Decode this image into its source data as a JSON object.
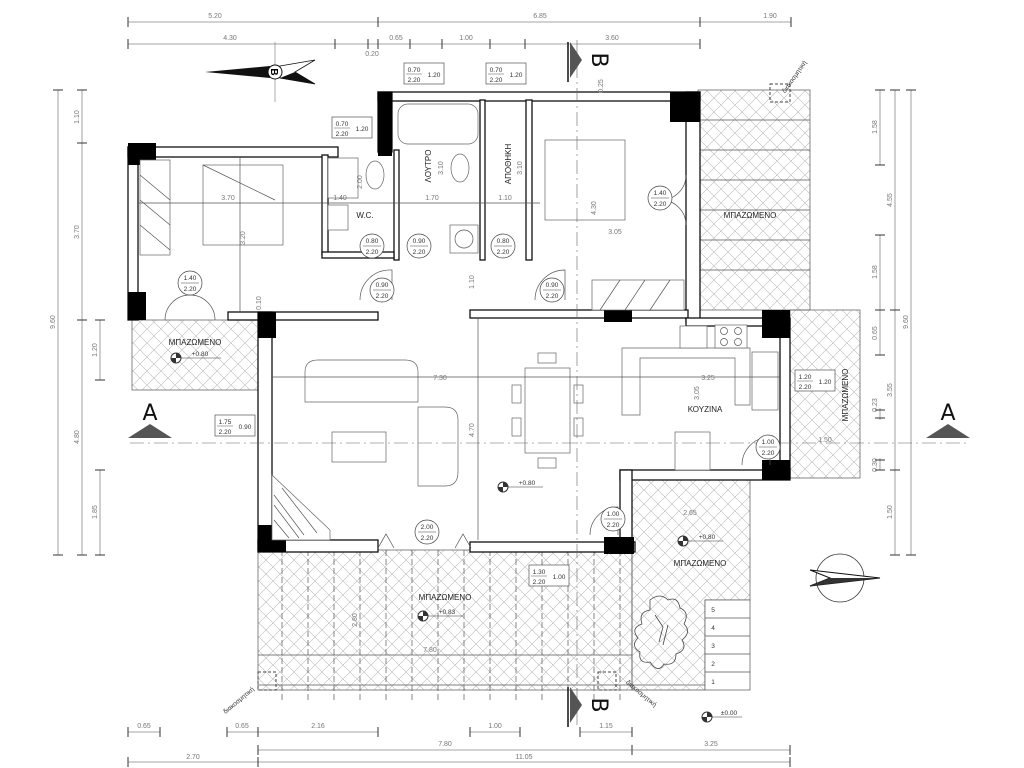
{
  "marks": {
    "north": "B",
    "section_a_left": "A",
    "section_a_right": "A",
    "section_b_top": "B",
    "section_b_bottom": "B"
  },
  "dims": {
    "top1": [
      "5.20",
      "6.85",
      "1.90"
    ],
    "top2": [
      "4.30",
      "0.20",
      "0.65",
      "1.00",
      "3.60"
    ],
    "bottom1": [
      "0.65",
      "0.65",
      "2.16",
      "1.00",
      "1.15"
    ],
    "bottom2": [
      "7.80",
      "3.25"
    ],
    "bottom3": [
      "2.70",
      "11.05"
    ],
    "left1": [
      "9.60"
    ],
    "left2": [
      "1.10",
      "3.70",
      "4.80"
    ],
    "left3": [
      "1.20",
      "1.85"
    ],
    "right1": [
      "1.58",
      "1.58",
      "0.65",
      "0.23",
      "0.30"
    ],
    "right2": [
      "4.55",
      "3.55",
      "1.50"
    ],
    "right3": [
      "9.60"
    ],
    "interior": [
      "3.70",
      "3.20",
      "1.40",
      "2.00",
      "1.70",
      "3.10",
      "1.10",
      "3.10",
      "4.30",
      "3.05",
      "0.10",
      "1.10",
      "7.30",
      "4.70",
      "3.25",
      "3.05",
      "2.65",
      "1.50",
      "2.80",
      "7.80",
      "0.25"
    ]
  },
  "rooms": {
    "bathroom": "ΛΟΥΤΡΟ",
    "storage": "ΑΠΟΘΗΚΗ",
    "wc": "W.C.",
    "kitchen": "ΚΟΥΖΙΝΑ",
    "terrace_top_right": "ΜΠΑΖΩΜΕΝΟ",
    "terrace_left": "ΜΠΑΖΩΜΕΝΟ",
    "terrace_kitchen": "ΜΠΑΖΩΜΕΝΟ",
    "terrace_bottom": "ΜΠΑΖΩΜΕΝΟ",
    "terrace_lower_right": "ΜΠΑΖΩΜΕΝΟ"
  },
  "levels": [
    "+0.80",
    "+0.80",
    "+0.80",
    "+0.83",
    "±0.00"
  ],
  "decor": [
    "διακοσμητική",
    "διακοσμητική",
    "διακοσμητική"
  ],
  "windows": [
    {
      "w": "0.70",
      "h": "2.20",
      "sill": "1.20"
    },
    {
      "w": "0.70",
      "h": "2.20",
      "sill": "1.20"
    },
    {
      "w": "0.70",
      "h": "2.20",
      "sill": "1.20"
    },
    {
      "w": "1.75",
      "h": "2.20",
      "sill": "0.90"
    },
    {
      "w": "1.20",
      "h": "2.20",
      "sill": "1.20"
    },
    {
      "w": "1.30",
      "h": "2.20",
      "sill": "1.00"
    }
  ],
  "doors": [
    {
      "w": "1.40",
      "h": "2.20"
    },
    {
      "w": "0.80",
      "h": "2.20"
    },
    {
      "w": "0.90",
      "h": "2.20"
    },
    {
      "w": "0.80",
      "h": "2.20"
    },
    {
      "w": "0.90",
      "h": "2.20"
    },
    {
      "w": "0.90",
      "h": "2.20"
    },
    {
      "w": "1.40",
      "h": "2.20"
    },
    {
      "w": "2.00",
      "h": "2.20"
    },
    {
      "w": "1.00",
      "h": "2.20"
    },
    {
      "w": "1.00",
      "h": "2.20"
    }
  ],
  "stairs": [
    "1",
    "2",
    "3",
    "4",
    "5"
  ]
}
